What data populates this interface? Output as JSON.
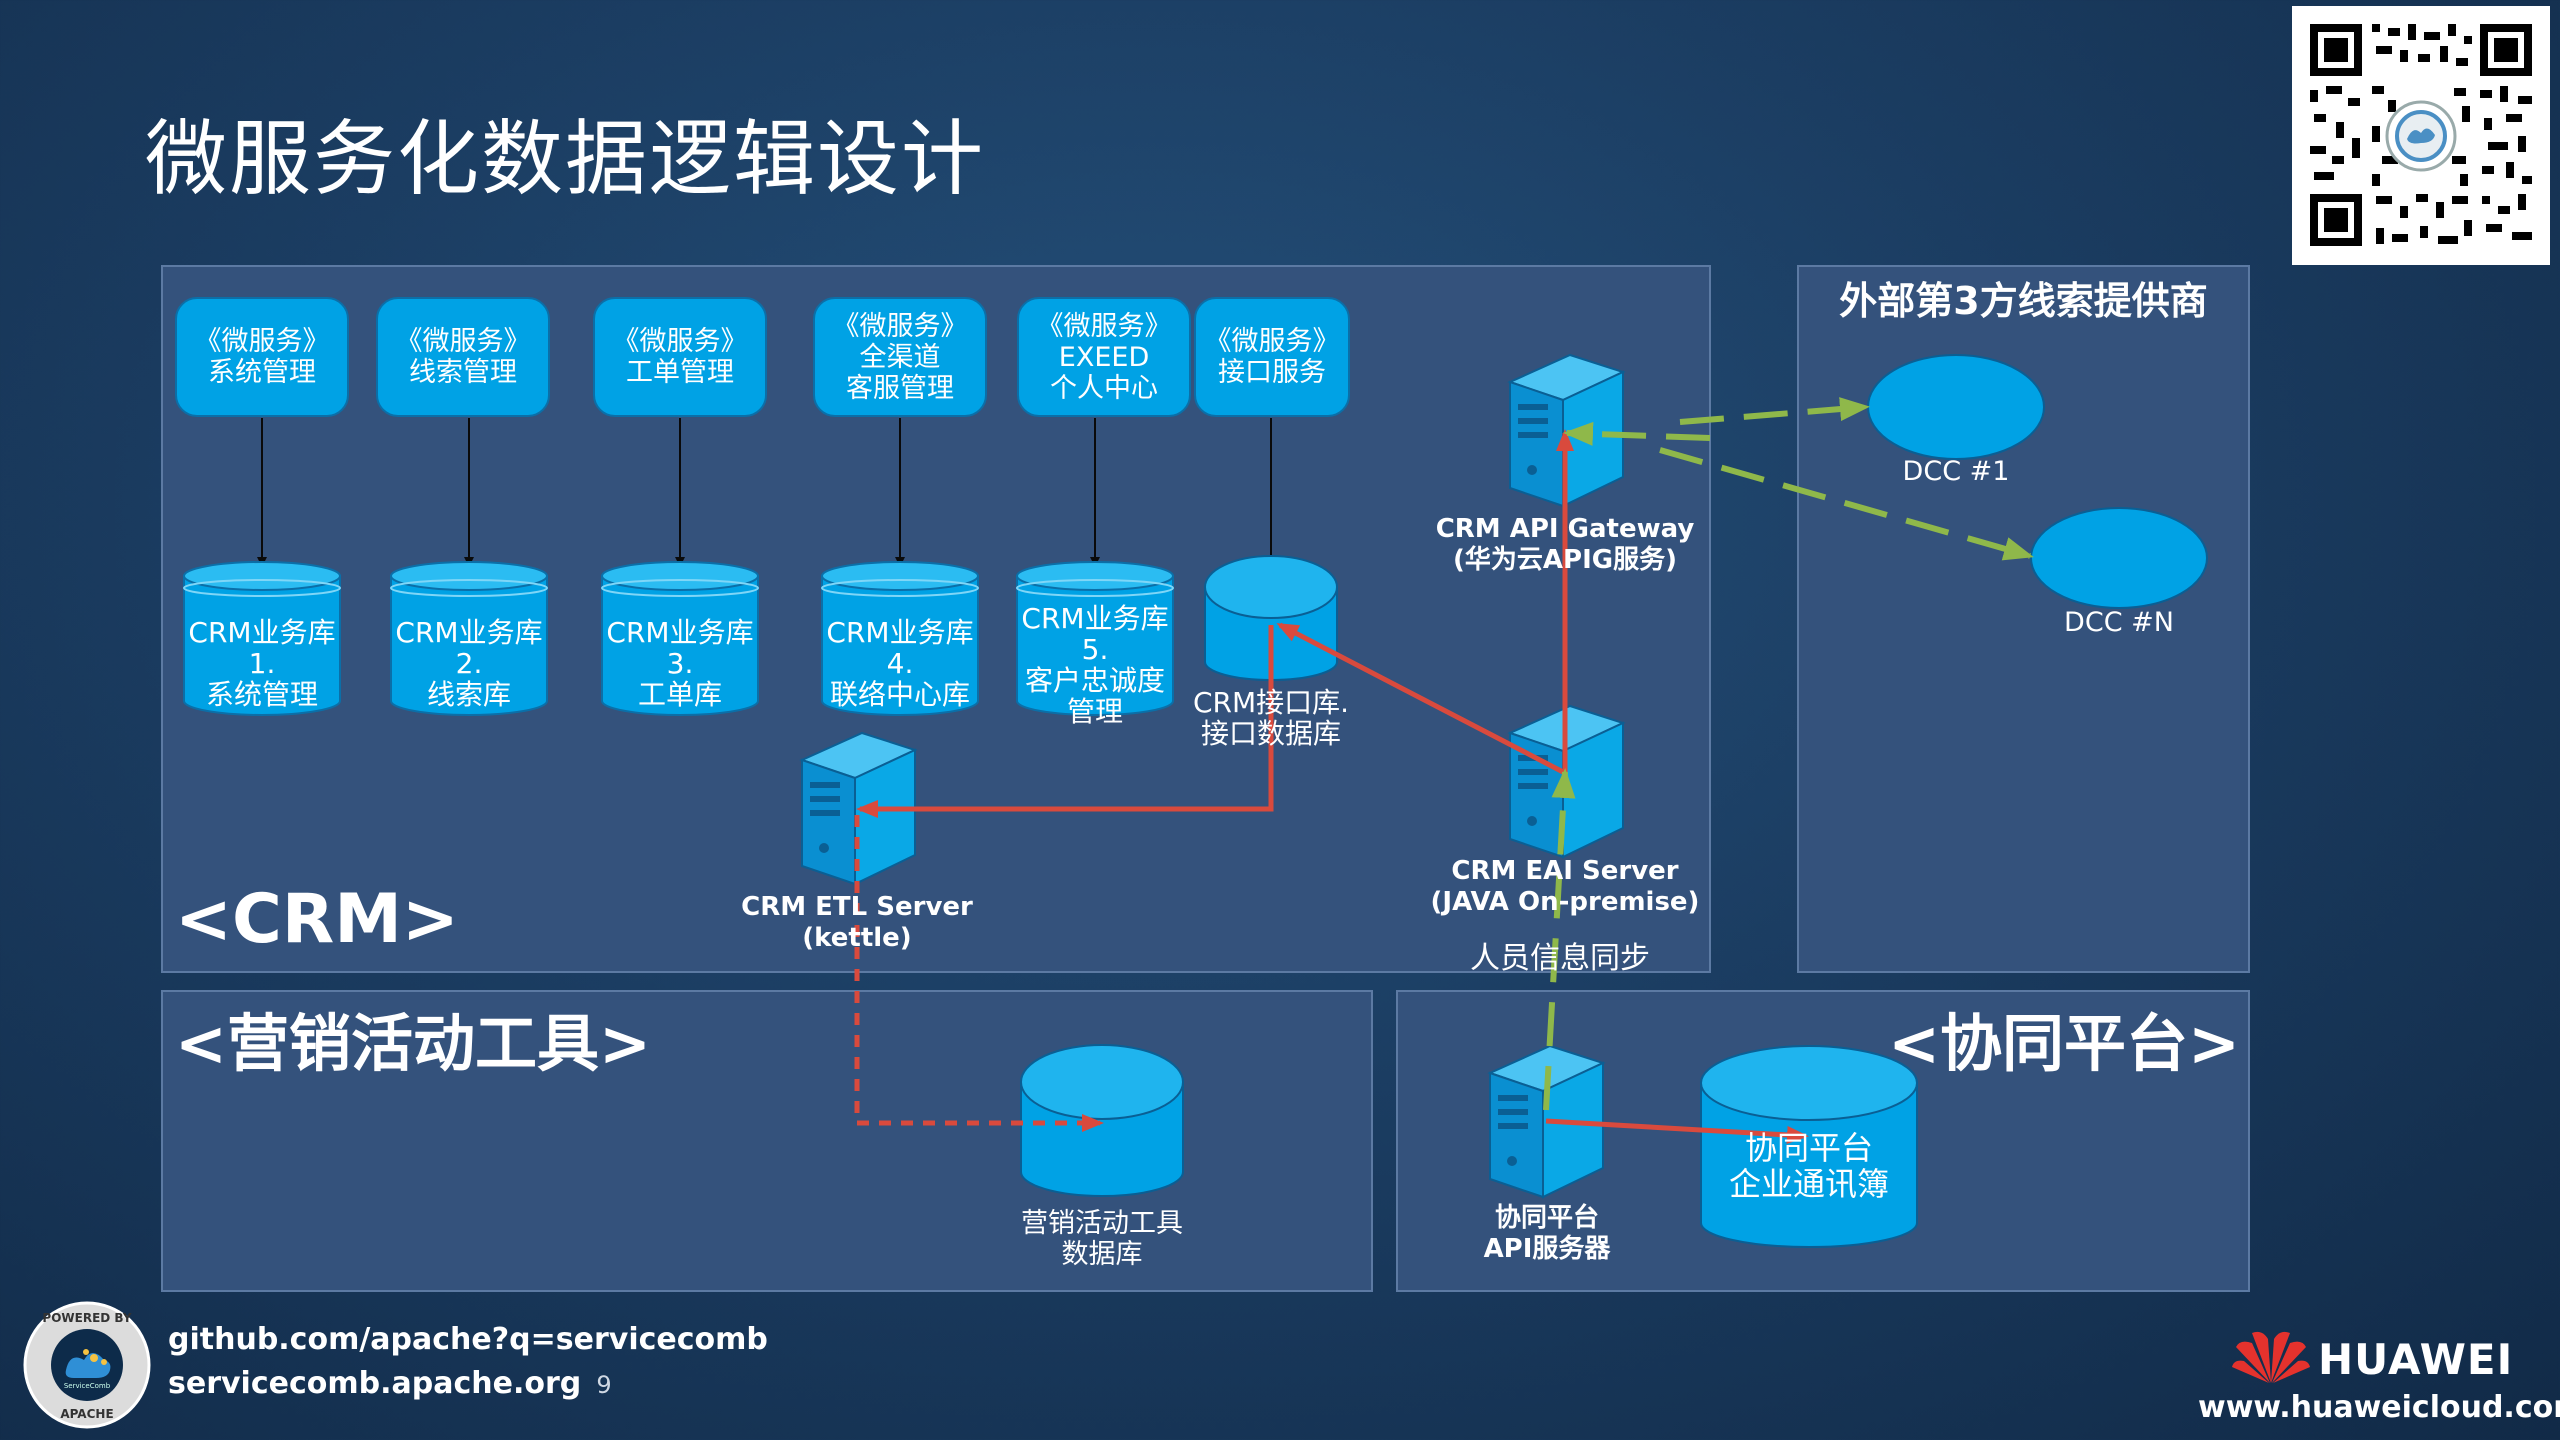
{
  "title": "微服务化数据逻辑设计",
  "services": [
    {
      "lines": [
        "《微服务》",
        "系统管理"
      ]
    },
    {
      "lines": [
        "《微服务》",
        "线索管理"
      ]
    },
    {
      "lines": [
        "《微服务》",
        "工单管理"
      ]
    },
    {
      "lines": [
        "《微服务》",
        "全渠道",
        "客服管理"
      ]
    },
    {
      "lines": [
        "《微服务》",
        "EXEED",
        "个人中心"
      ]
    },
    {
      "lines": [
        "《微服务》",
        "接口服务"
      ]
    }
  ],
  "databases": [
    {
      "lines": [
        "CRM业务库",
        "1.",
        "系统管理"
      ]
    },
    {
      "lines": [
        "CRM业务库",
        "2.",
        "线索库"
      ]
    },
    {
      "lines": [
        "CRM业务库",
        "3.",
        "工单库"
      ]
    },
    {
      "lines": [
        "CRM业务库",
        "4.",
        "联络中心库"
      ]
    },
    {
      "lines": [
        "CRM业务库",
        "5.",
        "客户忠诚度",
        "管理"
      ]
    }
  ],
  "interface_db": {
    "lines": [
      "CRM接口库.",
      "接口数据库"
    ]
  },
  "servers": {
    "gateway": {
      "lines": [
        "CRM API Gateway",
        "(华为云APIG服务)"
      ]
    },
    "eai": {
      "lines": [
        "CRM EAI Server",
        "(JAVA On-premise)"
      ]
    },
    "etl": {
      "lines": [
        "CRM ETL Server",
        "(kettle)"
      ]
    },
    "collab_api": {
      "lines": [
        "协同平台",
        "API服务器"
      ]
    }
  },
  "sync_label": "人员信息同步",
  "crm_tag": "<CRM>",
  "third_party": {
    "title": "外部第3方线索提供商",
    "dcc1": "DCC #1",
    "dccn": "DCC #N"
  },
  "marketing": {
    "tag": "<营销活动工具>",
    "db": {
      "lines": [
        "营销活动工具",
        "数据库"
      ]
    }
  },
  "collab": {
    "tag": "<协同平台>",
    "db": {
      "lines": [
        "协同平台",
        "企业通讯簿"
      ]
    }
  },
  "footer": {
    "link1": "github.com/apache?q=servicecomb",
    "link2": "servicecomb.apache.org",
    "page_number": "9",
    "badge_top": "POWERED BY",
    "badge_bottom": "APACHE",
    "badge_center": "ServiceComb",
    "brand": "HUAWEI",
    "brand_url": "www.huaweicloud.com"
  },
  "colors": {
    "accent": "#00a2e5",
    "arrow_red": "#d94a3d",
    "arrow_green": "#8fb84a"
  }
}
